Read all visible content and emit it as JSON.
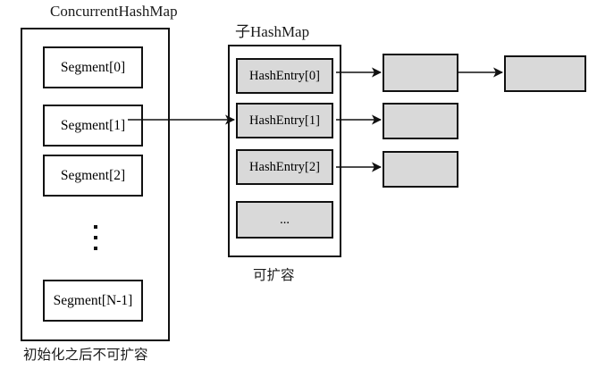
{
  "diagram": {
    "title_left": "ConcurrentHashMap",
    "title_middle": "子HashMap",
    "caption_left": "初始化之后不可扩容",
    "caption_middle": "可扩容",
    "segments": [
      {
        "label": "Segment[0]"
      },
      {
        "label": "Segment[1]"
      },
      {
        "label": "Segment[2]"
      },
      {
        "label": "Segment[N-1]"
      }
    ],
    "segment_ellipsis": "⋮",
    "hash_entries": [
      {
        "label": "HashEntry[0]"
      },
      {
        "label": "HashEntry[1]"
      },
      {
        "label": "HashEntry[2]"
      },
      {
        "label": "..."
      }
    ],
    "chain_nodes": [
      {
        "label": ""
      },
      {
        "label": ""
      },
      {
        "label": ""
      },
      {
        "label": ""
      }
    ],
    "colors": {
      "fill_gray": "#d9d9d9",
      "fill_white": "#ffffff",
      "stroke": "#111111",
      "text": "#1a1a1a"
    }
  }
}
